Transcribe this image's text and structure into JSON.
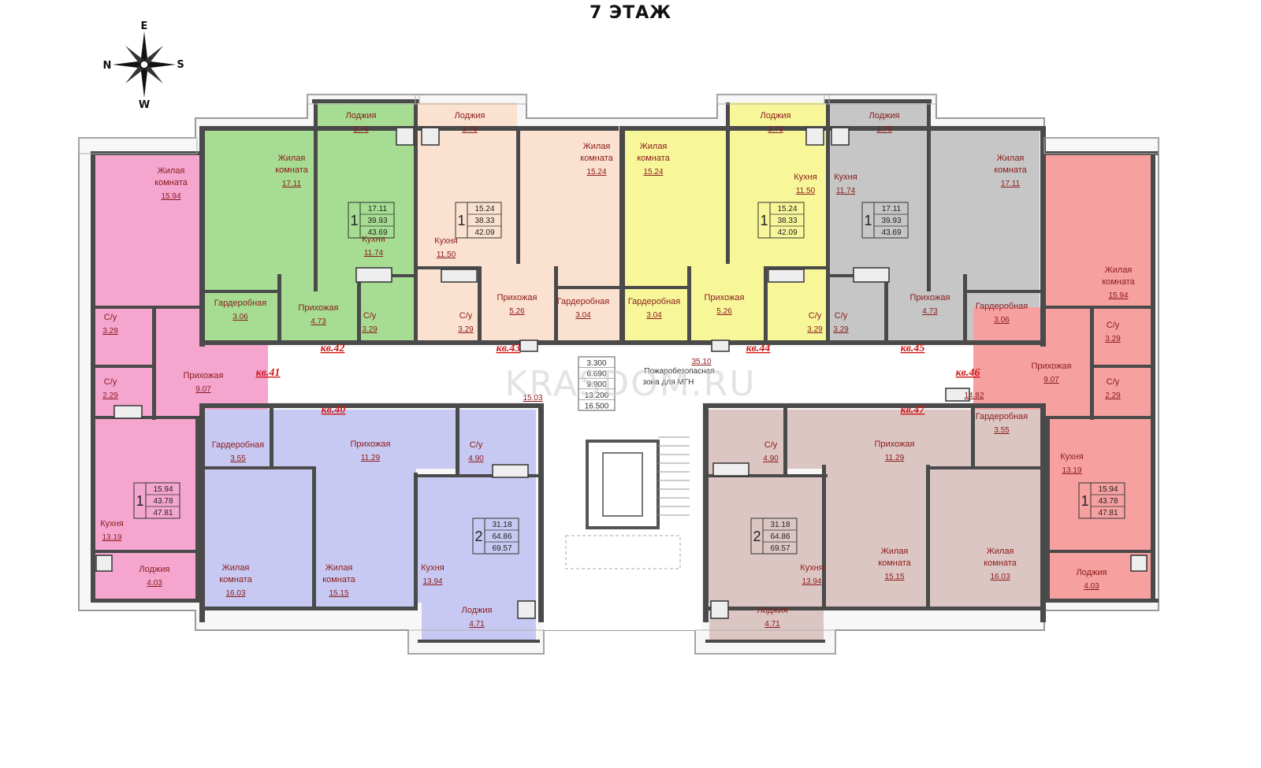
{
  "title": "7 ЭТАЖ",
  "compass": {
    "north": "N",
    "south": "S",
    "east": "E",
    "west": "W"
  },
  "watermark": "KRASDOM.RU",
  "colors": {
    "pink": "#f4a6cf",
    "green": "#a6dd92",
    "peach": "#fbe2d0",
    "yellow": "#f7f79a",
    "gray": "#c6c6c6",
    "salmon": "#f6a0a0",
    "lavender": "#c8c9f2",
    "taupe": "#dcc6c3",
    "wall": "#4a4a4a",
    "label": "#8b1a1a",
    "apartment": "#d01818"
  },
  "apartments": [
    {
      "id": "41",
      "label": "кв.41",
      "color": "pink",
      "rooms": "1",
      "living": "15.94",
      "total": "43.78",
      "with_loggia": "47.81"
    },
    {
      "id": "42",
      "label": "кв.42",
      "color": "green",
      "rooms": "1",
      "living": "17.11",
      "total": "39.93",
      "with_loggia": "43.69"
    },
    {
      "id": "43",
      "label": "кв.43",
      "color": "peach",
      "rooms": "1",
      "living": "15.24",
      "total": "38.33",
      "with_loggia": "42.09"
    },
    {
      "id": "44",
      "label": "кв.44",
      "color": "yellow",
      "rooms": "1",
      "living": "15.24",
      "total": "38.33",
      "with_loggia": "42.09"
    },
    {
      "id": "45",
      "label": "кв.45",
      "color": "gray",
      "rooms": "1",
      "living": "17.11",
      "total": "39.93",
      "with_loggia": "43.69"
    },
    {
      "id": "46",
      "label": "кв.46",
      "color": "salmon",
      "rooms": "1",
      "living": "15.94",
      "total": "43.78",
      "with_loggia": "47.81"
    },
    {
      "id": "40",
      "label": "кв.40",
      "color": "lavender",
      "rooms": "2",
      "living": "31.18",
      "total": "64.86",
      "with_loggia": "69.57"
    },
    {
      "id": "47",
      "label": "кв.47",
      "color": "taupe",
      "rooms": "2",
      "living": "31.18",
      "total": "64.86",
      "with_loggia": "69.57"
    }
  ],
  "room_labels": {
    "living_room": [
      "Жилая",
      "комната"
    ],
    "kitchen": "Кухня",
    "hall": "Прихожая",
    "wardrobe": "Гардеробная",
    "bathroom": "С/у",
    "loggia": "Лоджия"
  },
  "areas": {
    "a41_living": "15.94",
    "a41_bath1": "3.29",
    "a41_bath2": "2.29",
    "a41_hall": "9.07",
    "a41_kitchen": "13.19",
    "a41_loggia": "4.03",
    "a42_loggia": "3.76",
    "a42_living": "17.11",
    "a42_kitchen": "11.74",
    "a42_wardrobe": "3.06",
    "a42_hall": "4.73",
    "a42_bath": "3.29",
    "a43_loggia": "3.76",
    "a43_living": "15.24",
    "a43_kitchen": "11.50",
    "a43_bath": "3.29",
    "a43_hall": "5.26",
    "a43_wardrobe": "3.04",
    "a44_loggia": "3.76",
    "a44_living": "15.24",
    "a44_kitchen": "11.50",
    "a44_wardrobe": "3.04",
    "a44_hall": "5.26",
    "a44_bath": "3.29",
    "a45_loggia": "3.76",
    "a45_living": "17.11",
    "a45_kitchen": "11.74",
    "a45_bath": "3.29",
    "a45_hall": "4.73",
    "a45_wardrobe": "3.06",
    "a46_living": "15.94",
    "a46_bath1": "3.29",
    "a46_bath2": "2.29",
    "a46_hall": "9.07",
    "a46_wardrobe": "3.55",
    "a46_kitchen": "13.19",
    "a46_loggia": "4.03",
    "a40_wardrobe": "3.55",
    "a40_hall": "11.29",
    "a40_bath": "4.90",
    "a40_living1": "16.03",
    "a40_living2": "15.15",
    "a40_kitchen": "13.94",
    "a40_loggia": "4.71",
    "a47_bath": "4.90",
    "a47_hall": "11.29",
    "a47_kitchen": "13.94",
    "a47_living1": "15.15",
    "a47_living2": "16.03",
    "a47_loggia": "4.71"
  },
  "corridor": {
    "area_left": "15.03",
    "area_right": "14.82",
    "area_center": "35.10",
    "safe_zone": [
      "Пожаробезопасная",
      "зона для МГН"
    ],
    "dimensions": [
      "3.300",
      "6.690",
      "9.900",
      "13.200",
      "16.500"
    ]
  }
}
